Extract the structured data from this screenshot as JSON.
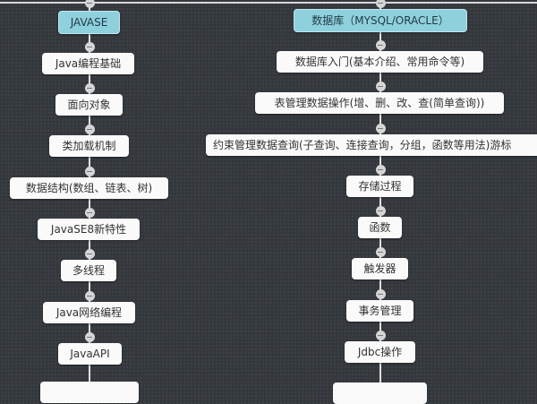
{
  "left_branch": {
    "root": "JAVASE",
    "items": [
      "Java编程基础",
      "面向对象",
      "类加载机制",
      "数据结构(数组、链表、树)",
      "JavaSE8新特性",
      "多线程",
      "Java网络编程",
      "JavaAPI"
    ]
  },
  "right_branch": {
    "root": "数据库（MYSQL/ORACLE）",
    "items": [
      "数据库入门(基本介绍、常用命令等)",
      "表管理数据操作(增、删、改、查(简单查询))",
      "约束管理数据查询(子查询、连接查询，分组，函数等用法)游标",
      "存储过程",
      "函数",
      "触发器",
      "事务管理",
      "Jdbc操作"
    ]
  },
  "colors": {
    "root": "#8fd0dd",
    "node": "#fafafa",
    "background": "#34383c"
  }
}
